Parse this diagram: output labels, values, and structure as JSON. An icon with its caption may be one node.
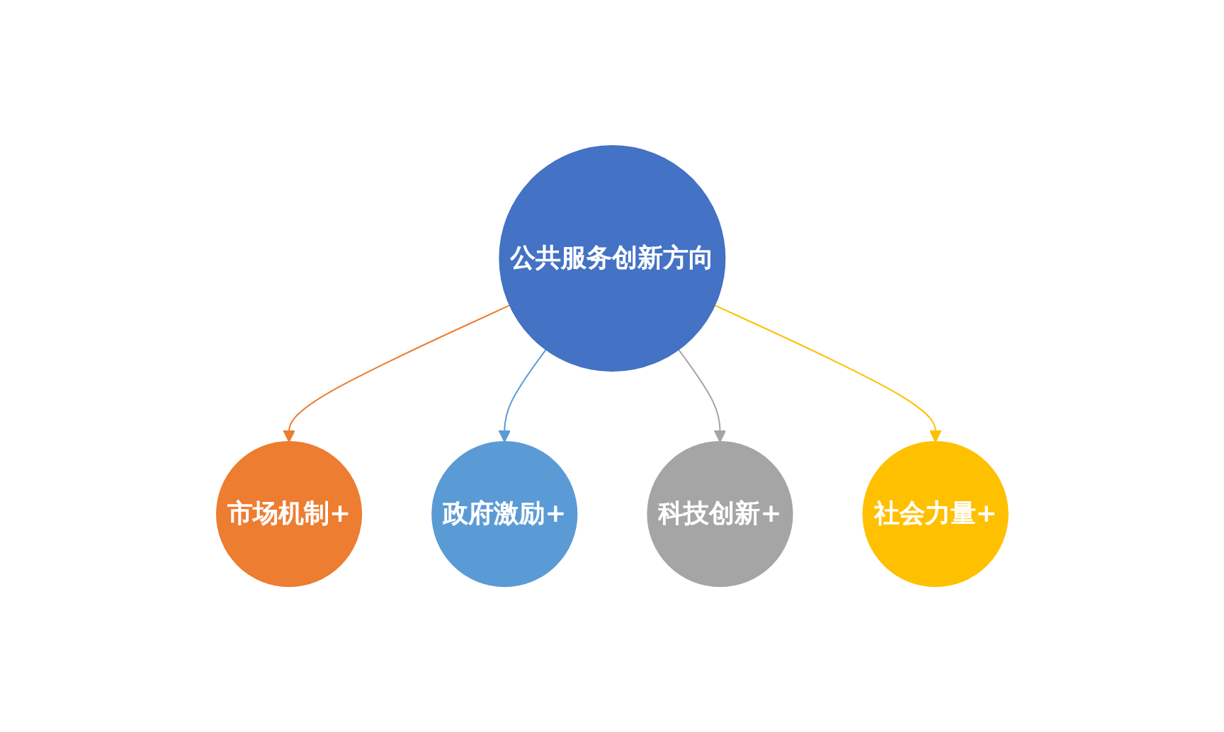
{
  "diagram": {
    "nodes": [
      {
        "text": [
          "市场机制+"
        ]
      },
      {
        "text": [
          "政府激励+"
        ]
      },
      {
        "text": [
          "公共服务创新方向"
        ]
      },
      {
        "text": [
          "科技创新+"
        ]
      },
      {
        "text": [
          "社会力量+"
        ]
      }
    ],
    "edges": [
      {
        "from": 2,
        "to": 0,
        "arrow": "to",
        "color": "#ed7d31"
      },
      {
        "from": 2,
        "to": 1,
        "arrow": "to",
        "color": "#5b9bd5"
      },
      {
        "from": 2,
        "to": 3,
        "arrow": "to",
        "color": "#a5a5a5"
      },
      {
        "from": 2,
        "to": 4,
        "arrow": "to",
        "color": "#ffc000"
      }
    ]
  }
}
